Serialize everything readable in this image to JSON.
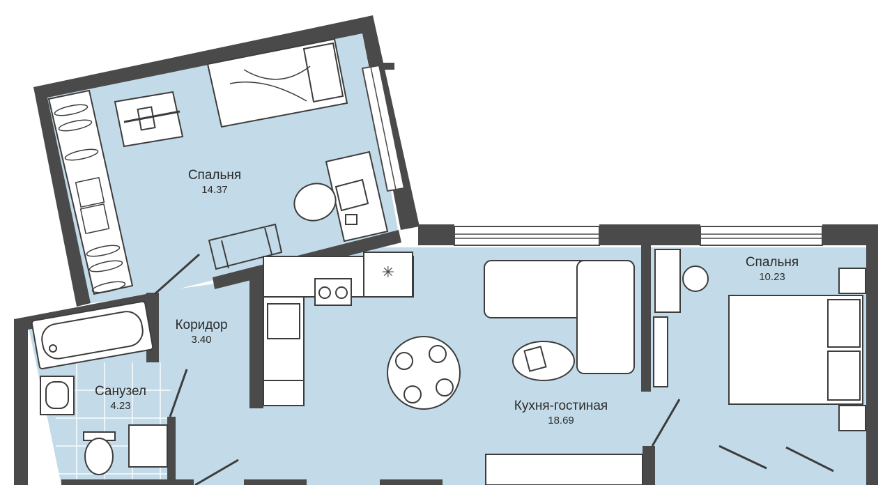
{
  "rooms": {
    "bedroom_large": {
      "name": "Спальня",
      "area": "14.37"
    },
    "corridor": {
      "name": "Коридор",
      "area": "3.40"
    },
    "bathroom": {
      "name": "Санузел",
      "area": "4.23"
    },
    "kitchen_living": {
      "name": "Кухня-гостиная",
      "area": "18.69"
    },
    "bedroom_small": {
      "name": "Спальня",
      "area": "10.23"
    }
  },
  "colors": {
    "floor": "#c3dbe8",
    "wall": "#4a4a4a",
    "furniture_line": "#3c3c3c",
    "furniture_fill": "#ffffff"
  }
}
